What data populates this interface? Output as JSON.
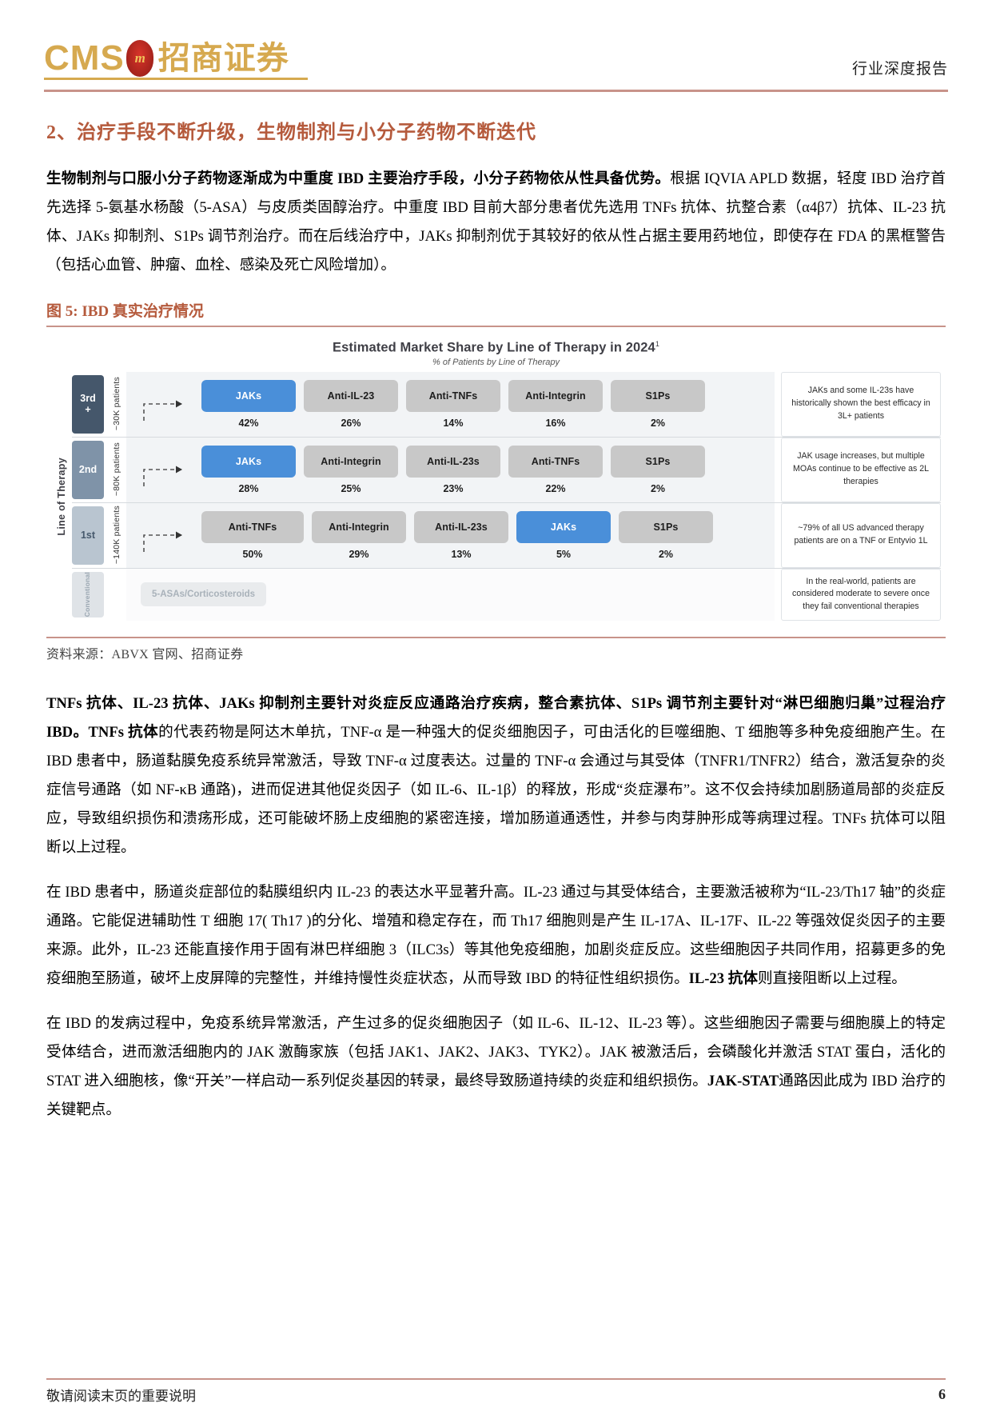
{
  "header": {
    "logo_text": "CMS",
    "logo_badge": "m",
    "logo_cn": "招商证券",
    "report_type": "行业深度报告"
  },
  "section": {
    "heading": "2、治疗手段不断升级，生物制剂与小分子药物不断迭代"
  },
  "paragraphs": {
    "p1_bold": "生物制剂与口服小分子药物逐渐成为中重度 IBD 主要治疗手段，小分子药物依从性具备优势。",
    "p1_rest": "根据 IQVIA APLD 数据，轻度 IBD 治疗首先选择 5-氨基水杨酸（5-ASA）与皮质类固醇治疗。中重度 IBD 目前大部分患者优先选用 TNFs 抗体、抗整合素（α4β7）抗体、IL-23 抗体、JAKs 抑制剂、S1Ps 调节剂治疗。而在后线治疗中，JAKs 抑制剂优于其较好的依从性占据主要用药地位，即使存在 FDA 的黑框警告（包括心血管、肿瘤、血栓、感染及死亡风险增加）。",
    "p2_bold": "TNFs 抗体、IL-23 抗体、JAKs 抑制剂主要针对炎症反应通路治疗疾病，整合素抗体、S1Ps 调节剂主要针对“淋巴细胞归巢”过程治疗 IBD。TNFs 抗体",
    "p2_rest": "的代表药物是阿达木单抗，TNF-α 是一种强大的促炎细胞因子，可由活化的巨噬细胞、T 细胞等多种免疫细胞产生。在 IBD 患者中，肠道黏膜免疫系统异常激活，导致 TNF-α 过度表达。过量的 TNF-α 会通过与其受体（TNFR1/TNFR2）结合，激活复杂的炎症信号通路（如 NF-κB 通路)，进而促进其他促炎因子（如 IL-6、IL-1β）的释放，形成“炎症瀑布”。这不仅会持续加剧肠道局部的炎症反应，导致组织损伤和溃疡形成，还可能破坏肠上皮细胞的紧密连接，增加肠道通透性，并参与肉芽肿形成等病理过程。TNFs 抗体可以阻断以上过程。",
    "p3_part1": "在 IBD 患者中，肠道炎症部位的黏膜组织内 IL-23 的表达水平显著升高。IL-23 通过与其受体结合，主要激活被称为“IL-23/Th17 轴”的炎症通路。它能促进辅助性 T 细胞 17( Th17 )的分化、增殖和稳定存在，而 Th17 细胞则是产生 IL-17A、IL-17F、IL-22 等强效促炎因子的主要来源。此外，IL-23 还能直接作用于固有淋巴样细胞 3（ILC3s）等其他免疫细胞，加剧炎症反应。这些细胞因子共同作用，招募更多的免疫细胞至肠道，破坏上皮屏障的完整性，并维持慢性炎症状态，从而导致 IBD 的特征性组织损伤。",
    "p3_bold": "IL-23 抗体",
    "p3_part2": "则直接阻断以上过程。",
    "p4_part1": "在 IBD 的发病过程中，免疫系统异常激活，产生过多的促炎细胞因子（如 IL-6、IL-12、IL-23 等）。这些细胞因子需要与细胞膜上的特定受体结合，进而激活细胞内的 JAK 激酶家族（包括 JAK1、JAK2、JAK3、TYK2）。JAK 被激活后，会磷酸化并激活 STAT 蛋白，活化的 STAT 进入细胞核，像“开关”一样启动一系列促炎基因的转录，最终导致肠道持续的炎症和组织损伤。",
    "p4_bold": "JAK-STAT",
    "p4_part2": "通路因此成为 IBD 治疗的关键靶点。"
  },
  "figure": {
    "label": "图 5:  IBD 真实治疗情况",
    "source": "资料来源：ABVX 官网、招商证券"
  },
  "chart_data": {
    "type": "bar",
    "title": "Estimated Market Share by Line of Therapy in 2024",
    "title_superscript": "1",
    "subtitle": "% of Patients by Line of Therapy",
    "axis_label": "Line of Therapy",
    "rows": [
      {
        "line_tag": "3rd",
        "line_tag_sup": "rd",
        "line_tag_plus": "+",
        "patients": "~30K patients",
        "categories": [
          "JAKs",
          "Anti-IL-23",
          "Anti-TNFs",
          "Anti-Integrin",
          "S1Ps"
        ],
        "values": [
          42,
          26,
          14,
          16,
          2
        ],
        "value_labels": [
          "42%",
          "26%",
          "14%",
          "16%",
          "2%"
        ],
        "highlight_index": 0,
        "note": "JAKs and some IL-23s have historically shown the best efficacy in 3L+ patients"
      },
      {
        "line_tag": "2nd",
        "line_tag_sup": "nd",
        "patients": "~80K patients",
        "categories": [
          "JAKs",
          "Anti-Integrin",
          "Anti-IL-23s",
          "Anti-TNFs",
          "S1Ps"
        ],
        "values": [
          28,
          25,
          23,
          22,
          2
        ],
        "value_labels": [
          "28%",
          "25%",
          "23%",
          "22%",
          "2%"
        ],
        "highlight_index": 0,
        "note": "JAK usage increases, but multiple MOAs continue to be effective as 2L therapies"
      },
      {
        "line_tag": "1st",
        "line_tag_sup": "st",
        "patients": "~140K patients",
        "categories": [
          "Anti-TNFs",
          "Anti-Integrin",
          "Anti-IL-23s",
          "JAKs",
          "S1Ps"
        ],
        "values": [
          50,
          29,
          13,
          5,
          2
        ],
        "value_labels": [
          "50%",
          "29%",
          "13%",
          "5%",
          "2%"
        ],
        "highlight_index": 3,
        "note": "~79% of all US advanced therapy patients are on a TNF or Entyvio 1L"
      },
      {
        "line_tag": "Conventional",
        "patients": "",
        "pill_label": "5-ASAs/Corticosteroids",
        "note": "In the real-world, patients are considered moderate to severe once they fail conventional therapies"
      }
    ],
    "colors": {
      "highlight": "#4a8fd9",
      "bar": "#c8c8c8",
      "panel": "#f2f4f6"
    }
  },
  "footer": {
    "note": "敬请阅读末页的重要说明",
    "page": "6"
  }
}
